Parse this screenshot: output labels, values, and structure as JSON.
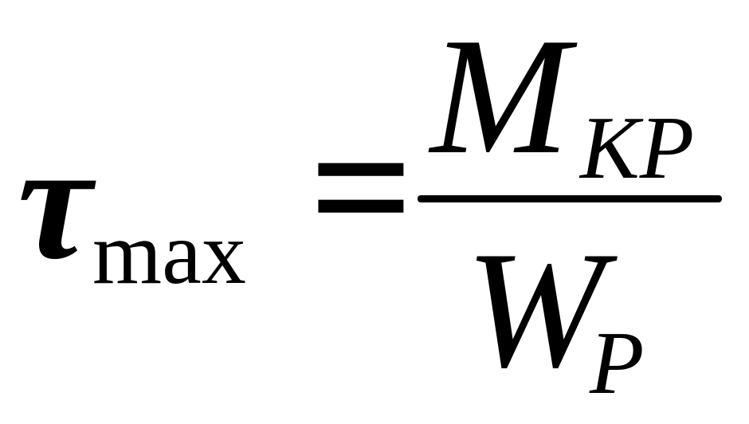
{
  "formula": {
    "lhs": {
      "symbol": "τ",
      "subscript": "max"
    },
    "operator": "=",
    "numerator": {
      "symbol": "M",
      "subscript": "KP"
    },
    "denominator": {
      "symbol": "W",
      "subscript": "P"
    }
  }
}
